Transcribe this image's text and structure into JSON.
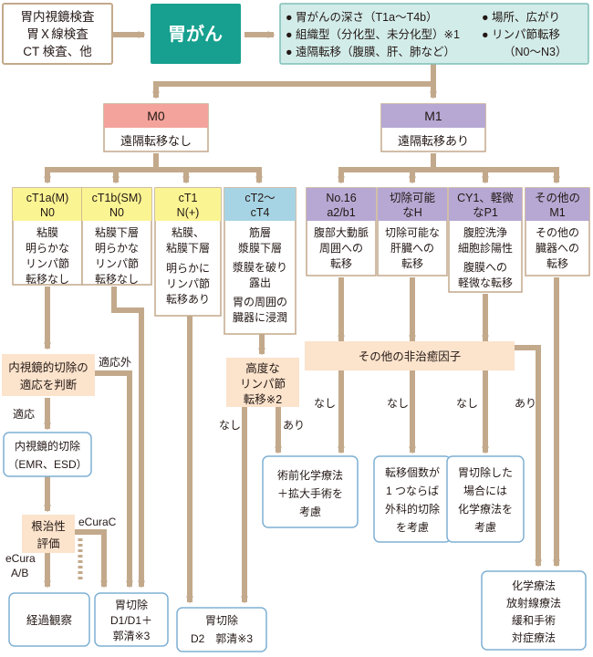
{
  "exams": [
    "胃内視鏡検査",
    "胃Ｘ線検査",
    "CT 検査、他"
  ],
  "diagnosis": "胃がん",
  "factors": {
    "left": [
      "● 胃がんの深さ（T1a〜T4b）",
      "● 組織型（分化型、未分化型）※1",
      "● 遠隔転移（腹膜、肝、肺など）"
    ],
    "right": [
      "● 場所、広がり",
      "● リンパ節転移",
      "（N0〜N3）"
    ]
  },
  "m0": {
    "code": "M0",
    "desc": "遠隔転移なし"
  },
  "m1": {
    "code": "M1",
    "desc": "遠隔転移あり"
  },
  "stages": [
    {
      "head": [
        "cT1a(M)",
        "N0"
      ],
      "body": [
        "粘膜",
        "明らかな",
        "リンパ節",
        "転移なし"
      ]
    },
    {
      "head": [
        "cT1b(SM)",
        "N0"
      ],
      "body": [
        "粘膜下層",
        "明らかな",
        "リンパ節",
        "転移なし"
      ]
    },
    {
      "head": [
        "cT1",
        "N(+)"
      ],
      "body": [
        "粘膜、",
        "粘膜下層",
        "明らかに",
        "リンパ節",
        "転移あり"
      ]
    },
    {
      "head": [
        "cT2〜",
        "cT4"
      ],
      "body": [
        "筋層",
        "漿膜下層",
        "漿膜を破り",
        "露出",
        "胃の周囲の",
        "臓器に浸潤"
      ]
    }
  ],
  "m1_types": [
    {
      "head": [
        "No.16",
        "a2/b1"
      ],
      "body": [
        "腹部大動脈",
        "周囲への",
        "転移"
      ]
    },
    {
      "head": [
        "切除可能",
        "なH"
      ],
      "body": [
        "切除可能な",
        "肝臓への",
        "転移"
      ]
    },
    {
      "head": [
        "CY1、軽微",
        "なP1"
      ],
      "body": [
        "腹腔洗浄",
        "細胞診陽性",
        "腹膜への",
        "軽微な転移"
      ]
    },
    {
      "head": [
        "その他の",
        "M1"
      ],
      "body": [
        "その他の",
        "臓器への",
        "転移"
      ]
    }
  ],
  "endo_judge": [
    "内視鏡的切除の",
    "適応を判断"
  ],
  "label_out_of_indication": "適応外",
  "label_indication": "適応",
  "endo_resection": [
    "内視鏡的切除",
    "（EMR、ESD）"
  ],
  "curability": [
    "根治性",
    "評価"
  ],
  "label_ecurac": "eCuraC",
  "label_ecura_ab": [
    "eCura",
    "A/B"
  ],
  "followup": "経過観察",
  "gastrectomy_d1": [
    "胃切除",
    "D1/D1＋",
    "郭清※3"
  ],
  "gastrectomy_d2": [
    "胃切除",
    "D2　郭清※3"
  ],
  "ln_metastasis": [
    "高度な",
    "リンパ節",
    "転移※2"
  ],
  "label_none": "なし",
  "label_present": "あり",
  "other_factors": "その他の非治癒因子",
  "outcomes": [
    [
      "術前化学療法",
      "＋拡大手術を",
      "考慮"
    ],
    [
      "転移個数が",
      "1 つならば",
      "外科的切除",
      "を考慮"
    ],
    [
      "胃切除した",
      "場合には",
      "化学療法を",
      "考慮"
    ],
    [
      "化学療法",
      "放射線療法",
      "緩和手術",
      "対症療法"
    ]
  ],
  "colors": {
    "arrow": "#c3a98b",
    "teal": "#17a08f",
    "light_teal": "#d2ece9",
    "pink": "#f3a39b",
    "purple": "#b6a8d3",
    "yellow": "#fbf493",
    "cyan": "#a7d4e4",
    "peach": "#fce3cc",
    "outline_blue": "#7fb0d4"
  }
}
